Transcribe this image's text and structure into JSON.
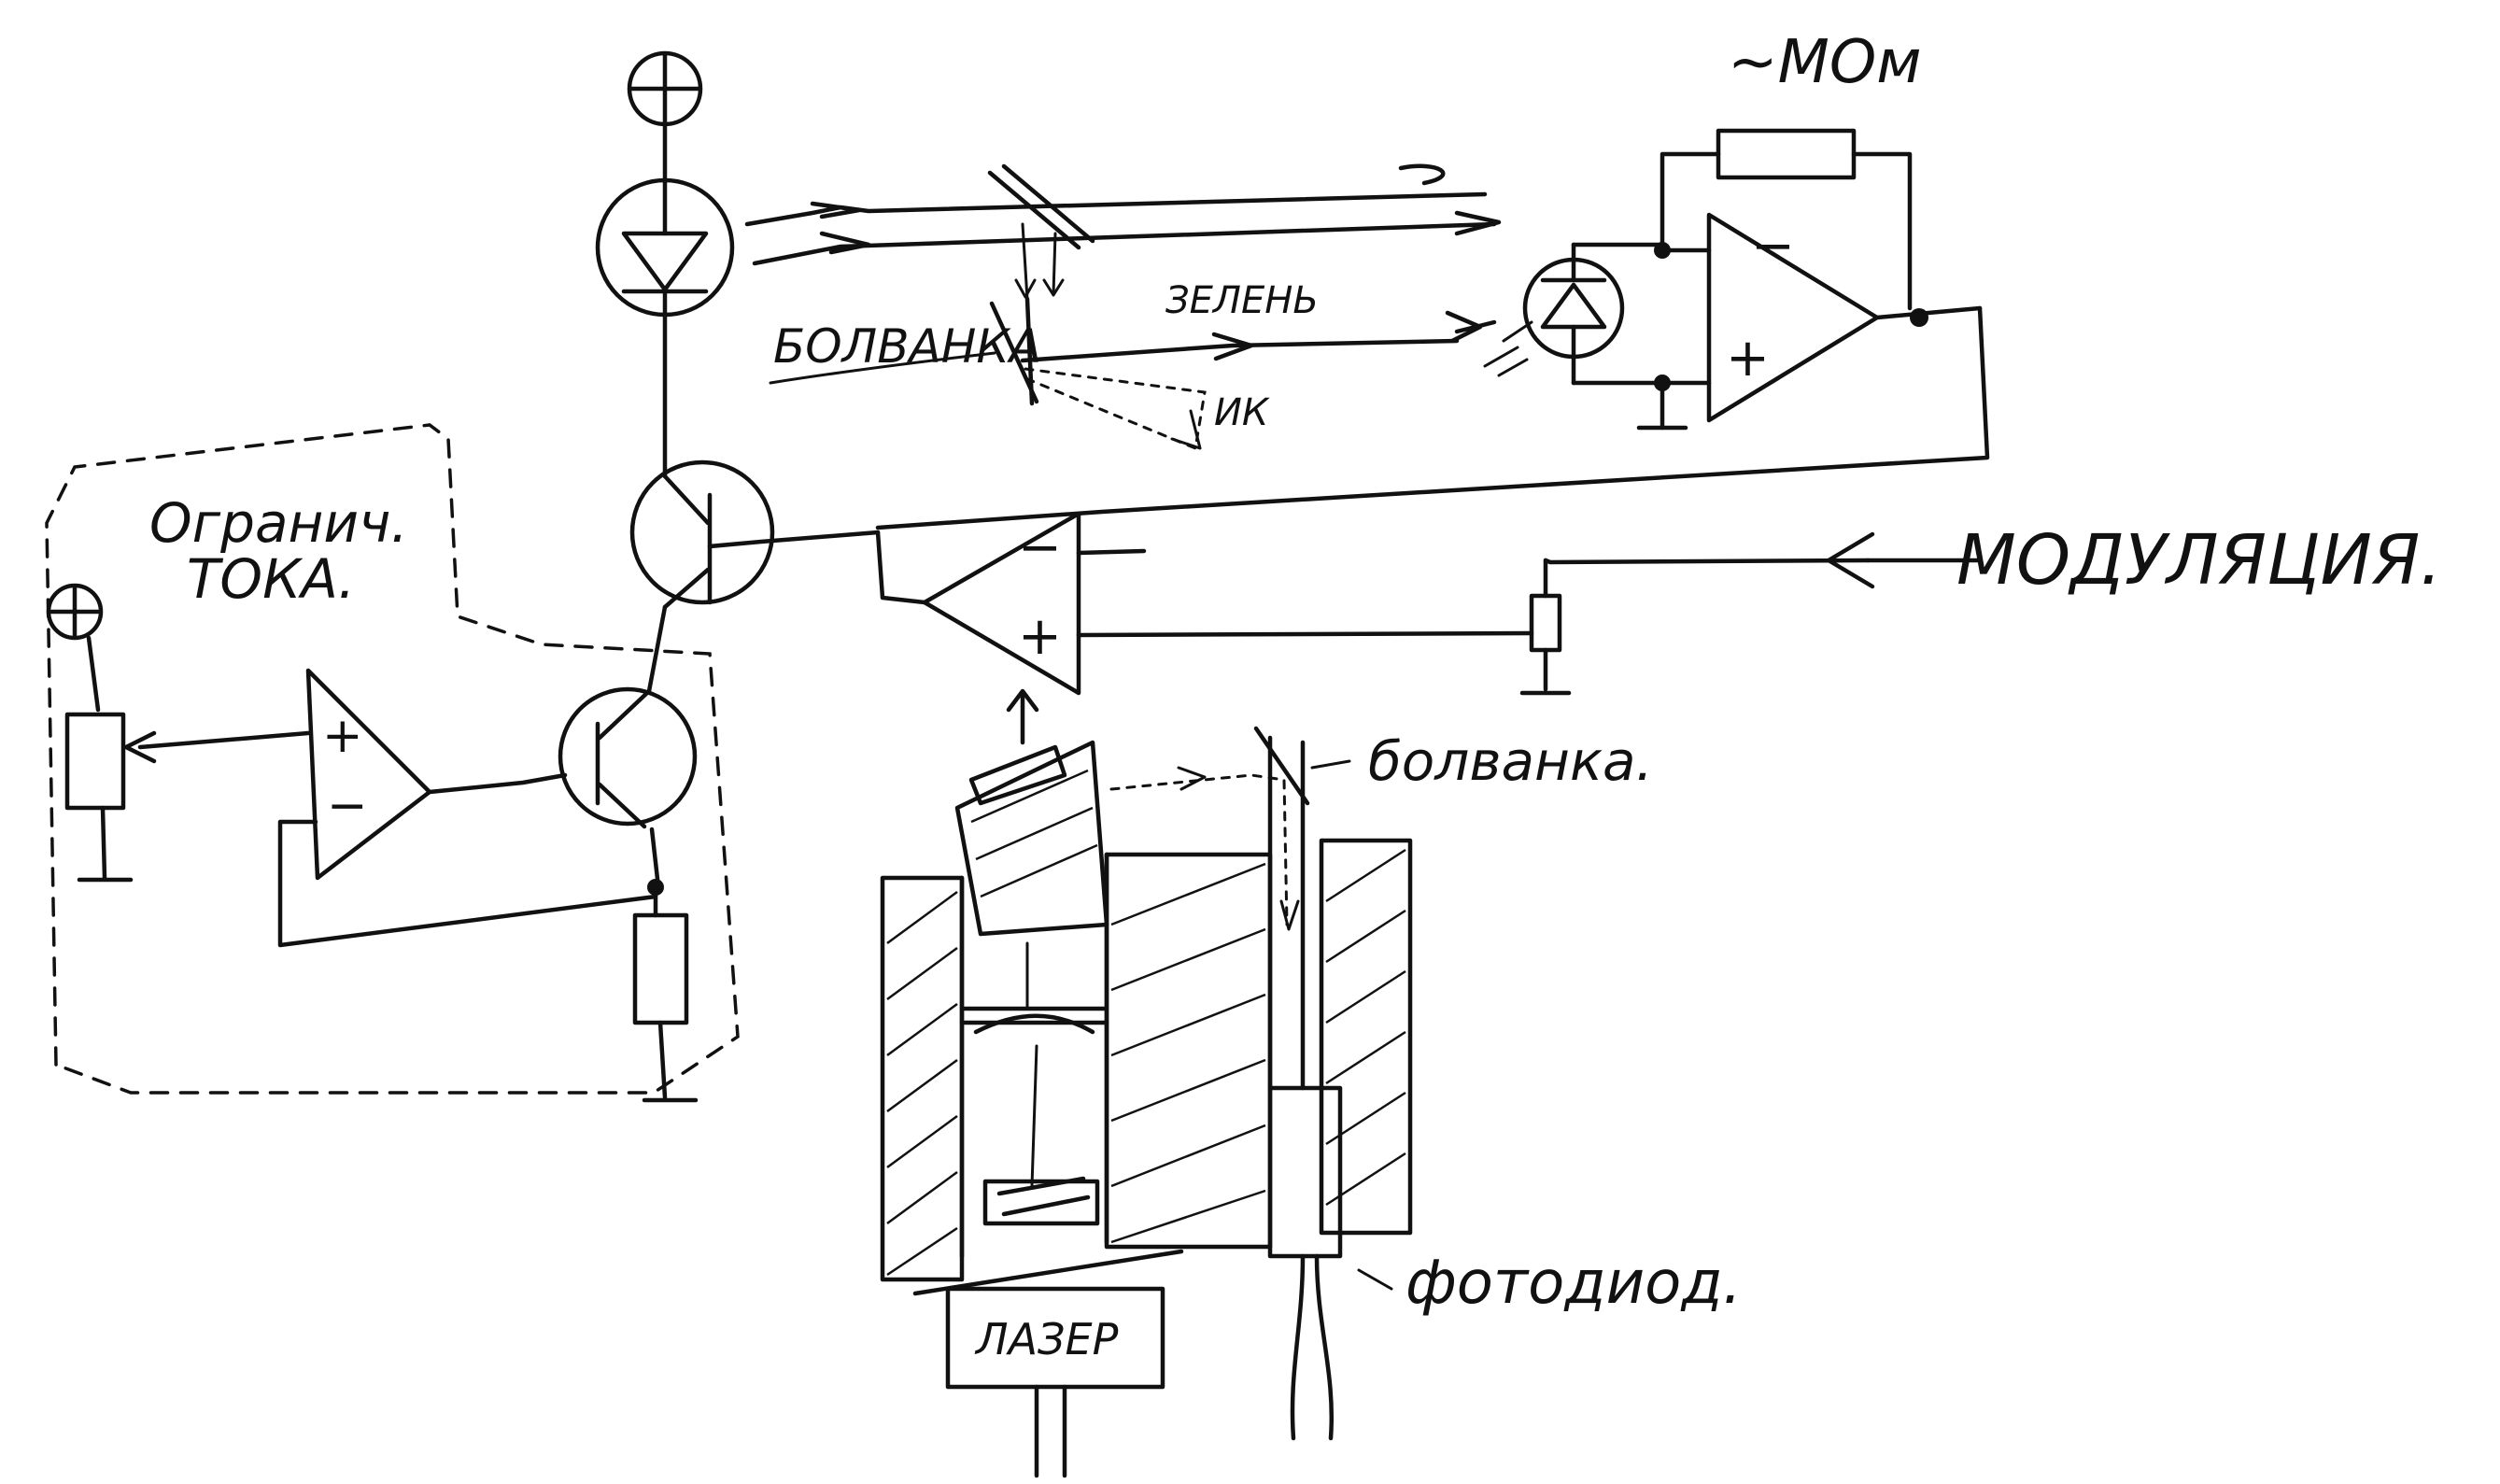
{
  "labels": {
    "resistance": "~МОм",
    "current_limit_line1": "Огранич.",
    "current_limit_line2": "ТОКА.",
    "blank_upper": "БОЛВАНКА",
    "green": "ЗЕЛЕНЬ",
    "ir": "ИК",
    "modulation": "МОДУЛЯЦИЯ.",
    "blank_lower": "болванка.",
    "photodiode": "фотодиод.",
    "laser": "ЛАЗЕР"
  },
  "symbols": {
    "plus": "+",
    "minus": "−"
  },
  "icons": {
    "power_supply": "circle-plus-icon",
    "ground": "ground-icon",
    "diode": "diode-icon",
    "transistor": "npn-transistor-icon",
    "opamp": "opamp-icon",
    "resistor": "resistor-icon",
    "potentiometer": "potentiometer-icon"
  },
  "colors": {
    "ink": "#111111",
    "paper": "#ffffff"
  }
}
